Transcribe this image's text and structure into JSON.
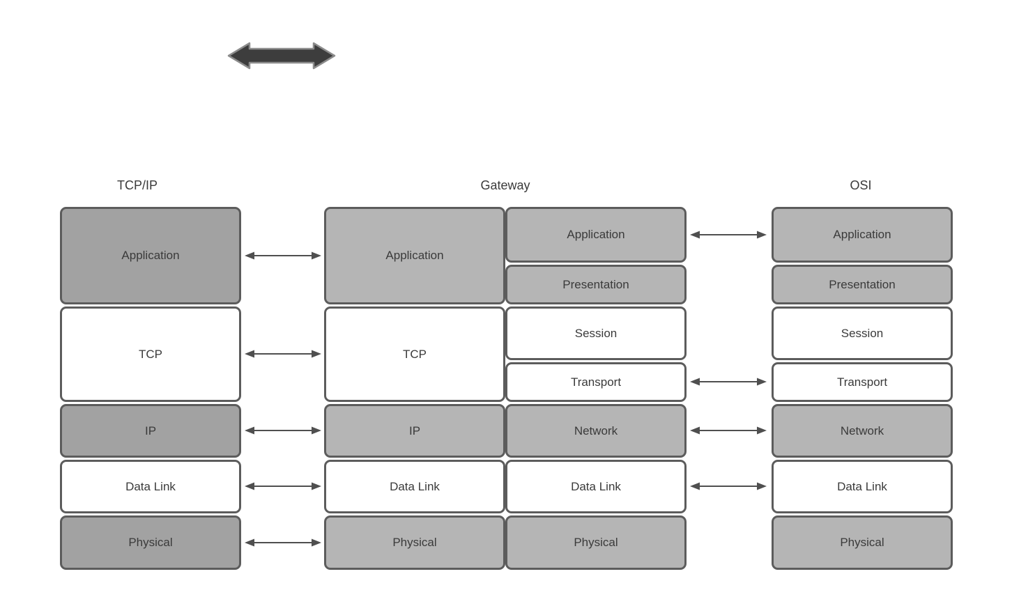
{
  "colors": {
    "bg": "#ffffff",
    "box_dark": "#a2a2a2",
    "box_light": "#b5b5b5",
    "box_white": "#ffffff",
    "border": "#5c5c5c",
    "text": "#3a3a3a",
    "connector": "#4f4f4f",
    "arrow_fill": "#3d3d3d",
    "arrow_stroke": "#8c8c8c"
  },
  "icons": {
    "thick_arrow": "double-headed-arrow",
    "connector": "bidirectional-arrow"
  },
  "stacks": {
    "tcpip": {
      "header": "TCP/IP",
      "layers": [
        "Application",
        "TCP",
        "IP",
        "Data Link",
        "Physical"
      ]
    },
    "gateway": {
      "header": "Gateway",
      "left_layers": [
        "Application",
        "TCP",
        "IP",
        "Data Link",
        "Physical"
      ],
      "right_layers": [
        "Application",
        "Presentation",
        "Session",
        "Transport",
        "Network",
        "Data Link",
        "Physical"
      ]
    },
    "osi": {
      "header": "OSI",
      "layers": [
        "Application",
        "Presentation",
        "Session",
        "Transport",
        "Network",
        "Data Link",
        "Physical"
      ]
    }
  }
}
